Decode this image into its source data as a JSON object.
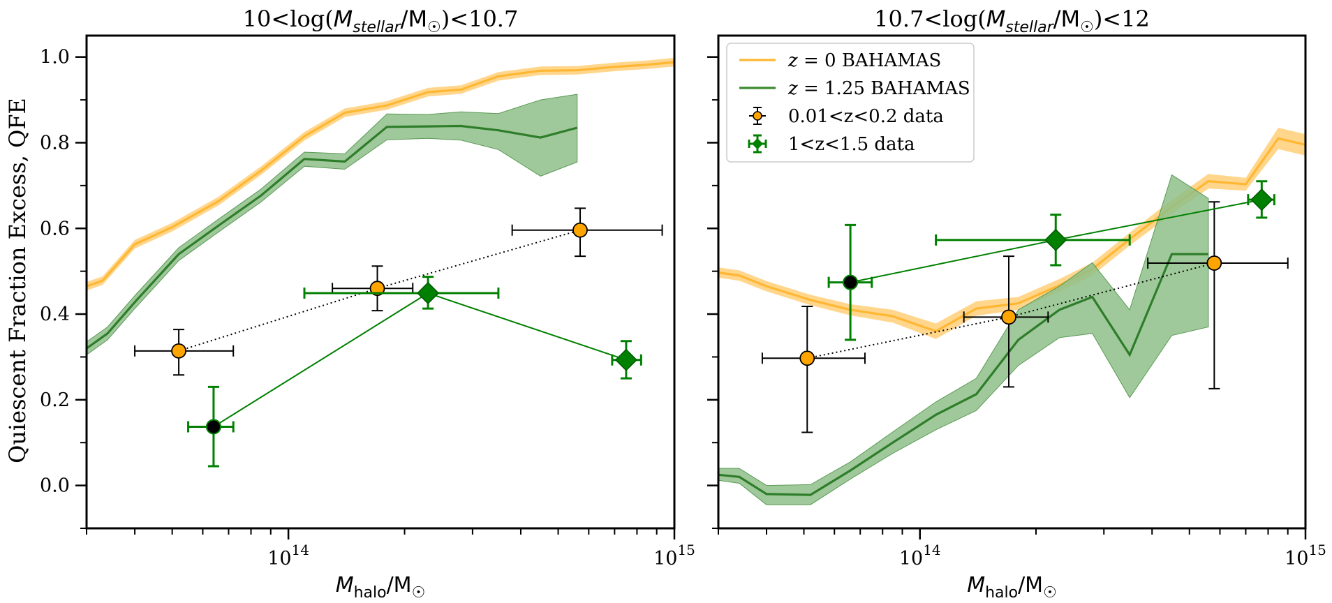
{
  "figure": {
    "ylabel": "Quiescent Fraction Excess, QFE"
  },
  "legend": {
    "items": [
      {
        "label": "z = 0 BAHAMAS",
        "color": "#ffb733",
        "kind": "line"
      },
      {
        "label": "z = 1.25 BAHAMAS",
        "color": "#3a8a2e",
        "kind": "line"
      },
      {
        "label": "0.01<z<0.2 data",
        "color": "#ffa500",
        "kind": "circle"
      },
      {
        "label": "1<z<1.5 data",
        "color": "#008000",
        "kind": "diamond"
      }
    ]
  },
  "colors": {
    "z0_line": "#ffb733",
    "z0_band": "#ffd27f",
    "z125_line": "#2e7d2a",
    "z125_band": "#8fc08a",
    "orange_marker": "#ffa500",
    "green_marker": "#008000"
  },
  "chart_data": [
    {
      "type": "line",
      "title": "10<log(M_stellar/M☉)<10.7",
      "title_parts": {
        "prefix": "10<log(",
        "var": "M",
        "sub": "stellar",
        "mid": "/M",
        "sun": "☉",
        "suffix": ")<10.7"
      },
      "xlabel": "M_halo/M☉",
      "xscale": "log",
      "xlim": [
        30000000000000.0,
        1000000000000000.0
      ],
      "ylim": [
        -0.1,
        1.05
      ],
      "xticks_major": [
        {
          "value": 100000000000000.0,
          "label": "10",
          "exp": "14"
        },
        {
          "value": 1000000000000000.0,
          "label": "10",
          "exp": "15"
        }
      ],
      "yticks": [
        "0.0",
        "0.2",
        "0.4",
        "0.6",
        "0.8",
        "1.0"
      ],
      "series": [
        {
          "name": "z = 0 BAHAMAS",
          "kind": "band_line",
          "x": [
            30000000000000.0,
            33000000000000.0,
            40000000000000.0,
            50000000000000.0,
            66000000000000.0,
            85000000000000.0,
            110000000000000.0,
            140000000000000.0,
            180000000000000.0,
            230000000000000.0,
            280000000000000.0,
            350000000000000.0,
            450000000000000.0,
            560000000000000.0,
            700000000000000.0,
            850000000000000.0,
            1000000000000000.0
          ],
          "y": [
            0.465,
            0.478,
            0.563,
            0.603,
            0.664,
            0.735,
            0.815,
            0.87,
            0.887,
            0.918,
            0.924,
            0.955,
            0.968,
            0.969,
            0.977,
            0.982,
            0.988
          ],
          "lower": [
            0.455,
            0.468,
            0.553,
            0.593,
            0.654,
            0.725,
            0.805,
            0.86,
            0.877,
            0.908,
            0.914,
            0.945,
            0.958,
            0.959,
            0.967,
            0.972,
            0.978
          ],
          "upper": [
            0.475,
            0.488,
            0.573,
            0.613,
            0.674,
            0.745,
            0.825,
            0.88,
            0.897,
            0.928,
            0.934,
            0.965,
            0.978,
            0.979,
            0.987,
            0.992,
            0.998
          ]
        },
        {
          "name": "z = 1.25 BAHAMAS",
          "kind": "band_line",
          "x": [
            30000000000000.0,
            34000000000000.0,
            40000000000000.0,
            52000000000000.0,
            66000000000000.0,
            85000000000000.0,
            110000000000000.0,
            140000000000000.0,
            180000000000000.0,
            230000000000000.0,
            280000000000000.0,
            350000000000000.0,
            450000000000000.0,
            560000000000000.0
          ],
          "y": [
            0.32,
            0.355,
            0.428,
            0.54,
            0.607,
            0.677,
            0.762,
            0.756,
            0.837,
            0.838,
            0.839,
            0.829,
            0.812,
            0.835
          ],
          "lower": [
            0.305,
            0.34,
            0.413,
            0.525,
            0.592,
            0.662,
            0.745,
            0.738,
            0.807,
            0.81,
            0.806,
            0.784,
            0.722,
            0.755
          ],
          "upper": [
            0.335,
            0.37,
            0.443,
            0.555,
            0.622,
            0.692,
            0.778,
            0.774,
            0.867,
            0.866,
            0.872,
            0.868,
            0.9,
            0.913
          ]
        },
        {
          "name": "0.01<z<0.2 data",
          "kind": "points_circle",
          "connector": "dotted",
          "x": [
            52000000000000.0,
            170000000000000.0,
            570000000000000.0
          ],
          "y": [
            0.314,
            0.46,
            0.596
          ],
          "xerr_low": [
            40000000000000.0,
            130000000000000.0,
            380000000000000.0
          ],
          "xerr_high": [
            72000000000000.0,
            210000000000000.0,
            930000000000000.0
          ],
          "yerr_low": [
            0.258,
            0.408,
            0.535
          ],
          "yerr_high": [
            0.364,
            0.512,
            0.647
          ]
        },
        {
          "name": "1<z<1.5 data",
          "kind": "points_diamond",
          "connector": "solid",
          "x": [
            64000000000000.0,
            230000000000000.0,
            750000000000000.0
          ],
          "y": [
            0.137,
            0.449,
            0.293
          ],
          "xerr_low": [
            55000000000000.0,
            110000000000000.0,
            690000000000000.0
          ],
          "xerr_high": [
            72000000000000.0,
            350000000000000.0,
            820000000000000.0
          ],
          "yerr_low": [
            0.045,
            0.413,
            0.25
          ],
          "yerr_high": [
            0.23,
            0.487,
            0.337
          ],
          "first_marker": "circle"
        }
      ]
    },
    {
      "type": "line",
      "title": "10.7<log(M_stellar/M☉)<12",
      "title_parts": {
        "prefix": "10.7<log(",
        "var": "M",
        "sub": "stellar",
        "mid": "/M",
        "sun": "☉",
        "suffix": ")<12"
      },
      "xlabel": "M_halo/M☉",
      "xscale": "log",
      "xlim": [
        30000000000000.0,
        1000000000000000.0
      ],
      "ylim": [
        -0.1,
        1.05
      ],
      "xticks_major": [
        {
          "value": 100000000000000.0,
          "label": "10",
          "exp": "14"
        },
        {
          "value": 1000000000000000.0,
          "label": "10",
          "exp": "15"
        }
      ],
      "yticks": [
        "0.0",
        "0.2",
        "0.4",
        "0.6",
        "0.8",
        "1.0"
      ],
      "legend_position": "upper-left",
      "series": [
        {
          "name": "z = 0 BAHAMAS",
          "kind": "band_line",
          "x": [
            30000000000000.0,
            34000000000000.0,
            40000000000000.0,
            52000000000000.0,
            66000000000000.0,
            85000000000000.0,
            110000000000000.0,
            140000000000000.0,
            180000000000000.0,
            230000000000000.0,
            280000000000000.0,
            350000000000000.0,
            450000000000000.0,
            560000000000000.0,
            700000000000000.0,
            850000000000000.0,
            1000000000000000.0
          ],
          "y": [
            0.497,
            0.49,
            0.465,
            0.433,
            0.41,
            0.395,
            0.36,
            0.413,
            0.425,
            0.467,
            0.505,
            0.575,
            0.65,
            0.71,
            0.703,
            0.81,
            0.795
          ],
          "lower": [
            0.485,
            0.478,
            0.453,
            0.421,
            0.397,
            0.38,
            0.342,
            0.396,
            0.41,
            0.452,
            0.49,
            0.56,
            0.633,
            0.693,
            0.688,
            0.785,
            0.77
          ],
          "upper": [
            0.509,
            0.502,
            0.477,
            0.445,
            0.423,
            0.41,
            0.378,
            0.43,
            0.44,
            0.482,
            0.52,
            0.59,
            0.667,
            0.727,
            0.718,
            0.835,
            0.82
          ]
        },
        {
          "name": "z = 1.25 BAHAMAS",
          "kind": "band_line",
          "x": [
            30000000000000.0,
            34000000000000.0,
            40000000000000.0,
            52000000000000.0,
            66000000000000.0,
            85000000000000.0,
            110000000000000.0,
            140000000000000.0,
            180000000000000.0,
            230000000000000.0,
            280000000000000.0,
            350000000000000.0,
            450000000000000.0,
            560000000000000.0
          ],
          "y": [
            0.025,
            0.02,
            -0.02,
            -0.022,
            0.035,
            0.1,
            0.165,
            0.213,
            0.34,
            0.41,
            0.44,
            0.305,
            0.54,
            0.54
          ],
          "lower": [
            0.012,
            0.005,
            -0.045,
            -0.045,
            0.015,
            0.075,
            0.13,
            0.175,
            0.28,
            0.345,
            0.355,
            0.205,
            0.35,
            0.37
          ],
          "upper": [
            0.04,
            0.04,
            0.0,
            0.002,
            0.055,
            0.125,
            0.195,
            0.25,
            0.41,
            0.465,
            0.52,
            0.41,
            0.725,
            0.67
          ]
        },
        {
          "name": "0.01<z<0.2 data",
          "kind": "points_circle",
          "connector": "dotted",
          "x": [
            51000000000000.0,
            170000000000000.0,
            580000000000000.0
          ],
          "y": [
            0.297,
            0.393,
            0.519
          ],
          "xerr_low": [
            39000000000000.0,
            130000000000000.0,
            390000000000000.0
          ],
          "xerr_high": [
            72000000000000.0,
            215000000000000.0,
            900000000000000.0
          ],
          "yerr_low": [
            0.124,
            0.23,
            0.226
          ],
          "yerr_high": [
            0.418,
            0.535,
            0.662
          ]
        },
        {
          "name": "1<z<1.5 data",
          "kind": "points_diamond",
          "connector": "solid",
          "x": [
            66000000000000.0,
            225000000000000.0,
            770000000000000.0
          ],
          "y": [
            0.474,
            0.573,
            0.667
          ],
          "xerr_low": [
            58000000000000.0,
            110000000000000.0,
            710000000000000.0
          ],
          "xerr_high": [
            75000000000000.0,
            350000000000000.0,
            830000000000000.0
          ],
          "yerr_low": [
            0.34,
            0.514,
            0.625
          ],
          "yerr_high": [
            0.608,
            0.632,
            0.71
          ],
          "first_marker": "circle"
        }
      ]
    }
  ]
}
